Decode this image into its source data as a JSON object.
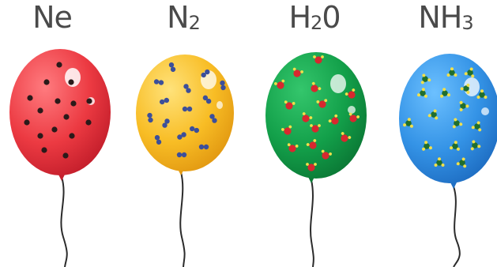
{
  "labels": {
    "neon": {
      "main": "Ne",
      "sub": ""
    },
    "nitrogen": {
      "main": "N",
      "sub": "2"
    },
    "water": {
      "main": "H",
      "sub": "2",
      "tail": "0"
    },
    "ammonia": {
      "main": "NH",
      "sub": "3"
    }
  },
  "colors": {
    "neon_balloon": "#e8323c",
    "nitrogen_balloon": "#f6b21a",
    "water_balloon": "#14a04a",
    "ammonia_balloon": "#2f8fe0",
    "string": "#2b2b2b",
    "label_text": "#4a4a4a"
  },
  "icons": {
    "neon_particle": "single-atom-dot",
    "nitrogen_particle": "diatomic-molecule",
    "water_particle": "bent-triatomic-molecule",
    "ammonia_particle": "pyramidal-molecule"
  }
}
